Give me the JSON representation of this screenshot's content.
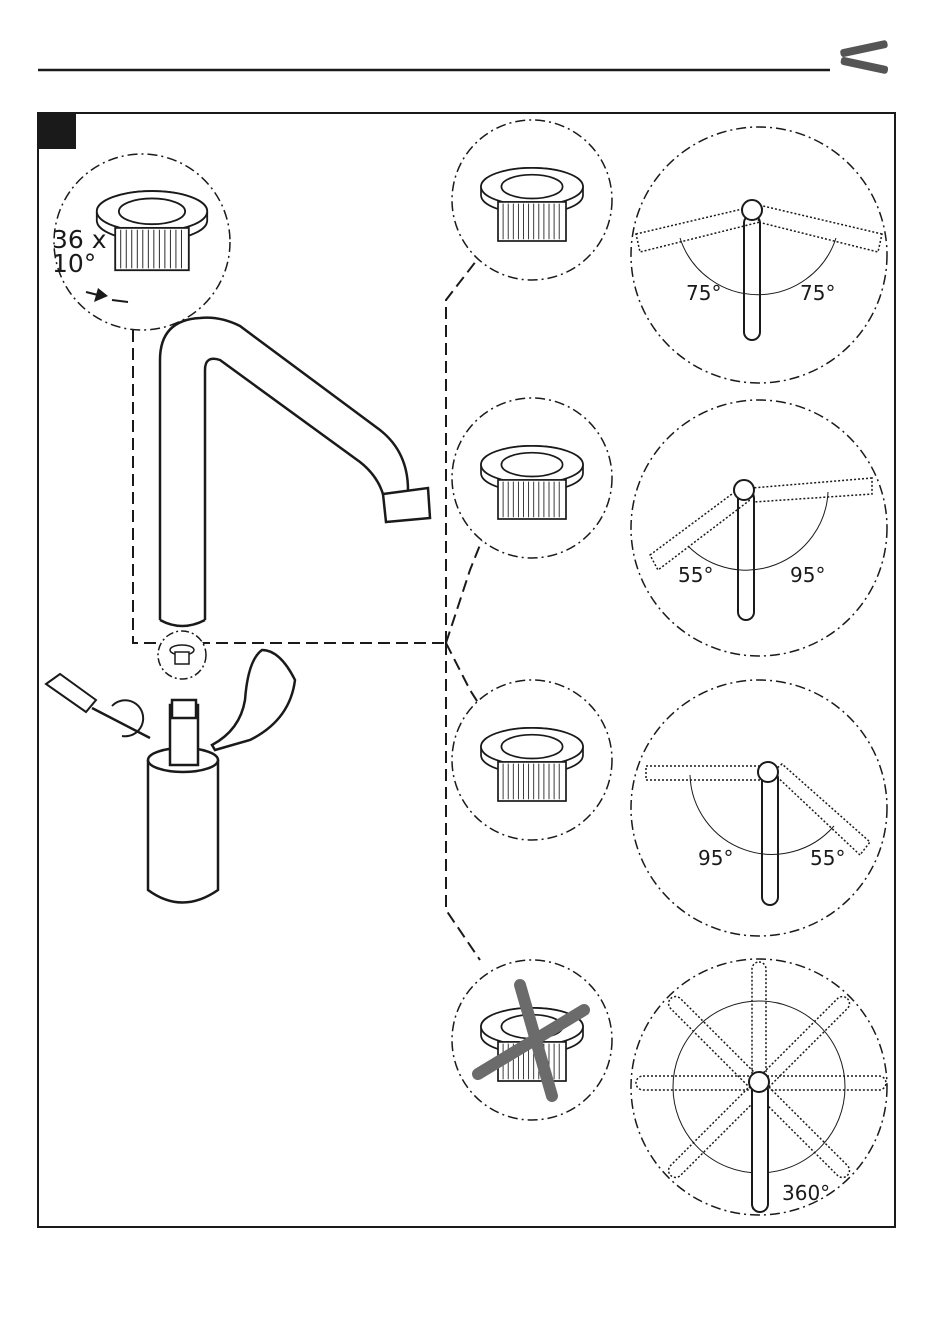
{
  "labels": {
    "count": "36 x",
    "step": "10°"
  },
  "options": [
    {
      "left": "75°",
      "right": "75°",
      "allowed": true
    },
    {
      "left": "55°",
      "right": "95°",
      "allowed": true
    },
    {
      "left": "95°",
      "right": "55°",
      "allowed": true
    },
    {
      "full": "360°",
      "allowed": false
    }
  ],
  "icons": {
    "header": "tools-icon",
    "step": "step-marker",
    "tool": "screwdriver-icon"
  },
  "colors": {
    "line": "#1a1a1a",
    "crossed": "#6b6b6b"
  }
}
